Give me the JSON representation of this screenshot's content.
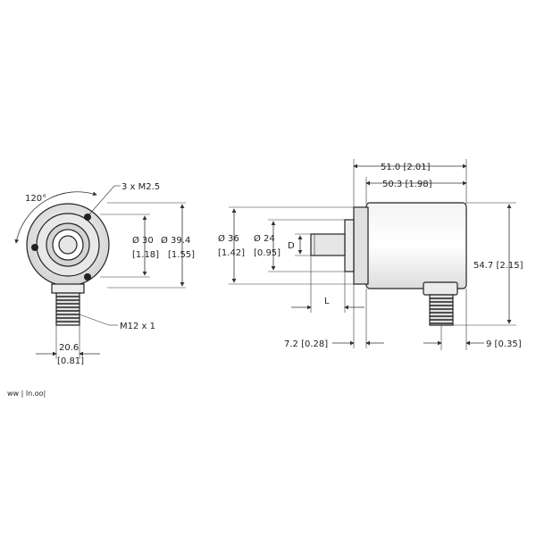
{
  "drawing": {
    "left_view": {
      "angle": "120°",
      "thread_holes": "3 x M2.5",
      "d30": "Ø 30",
      "d30_in": "[1.18]",
      "d39": "Ø 39.4",
      "d39_in": "[1.55]",
      "connector": "M12 x 1",
      "width": "20.6",
      "width_in": "[0.81]"
    },
    "right_view": {
      "overall_len": "51.0 [2.01]",
      "body_len": "50.3 [1.98]",
      "d36": "Ø 36",
      "d36_in": "[1.42]",
      "d24": "Ø 24",
      "d24_in": "[0.95]",
      "shaft_d": "D",
      "shaft_l": "L",
      "flange": "7.2 [0.28]",
      "height": "54.7 [2.15]",
      "conn_offset": "9 [0.35]"
    },
    "footer": "ww | ln.oo|"
  }
}
